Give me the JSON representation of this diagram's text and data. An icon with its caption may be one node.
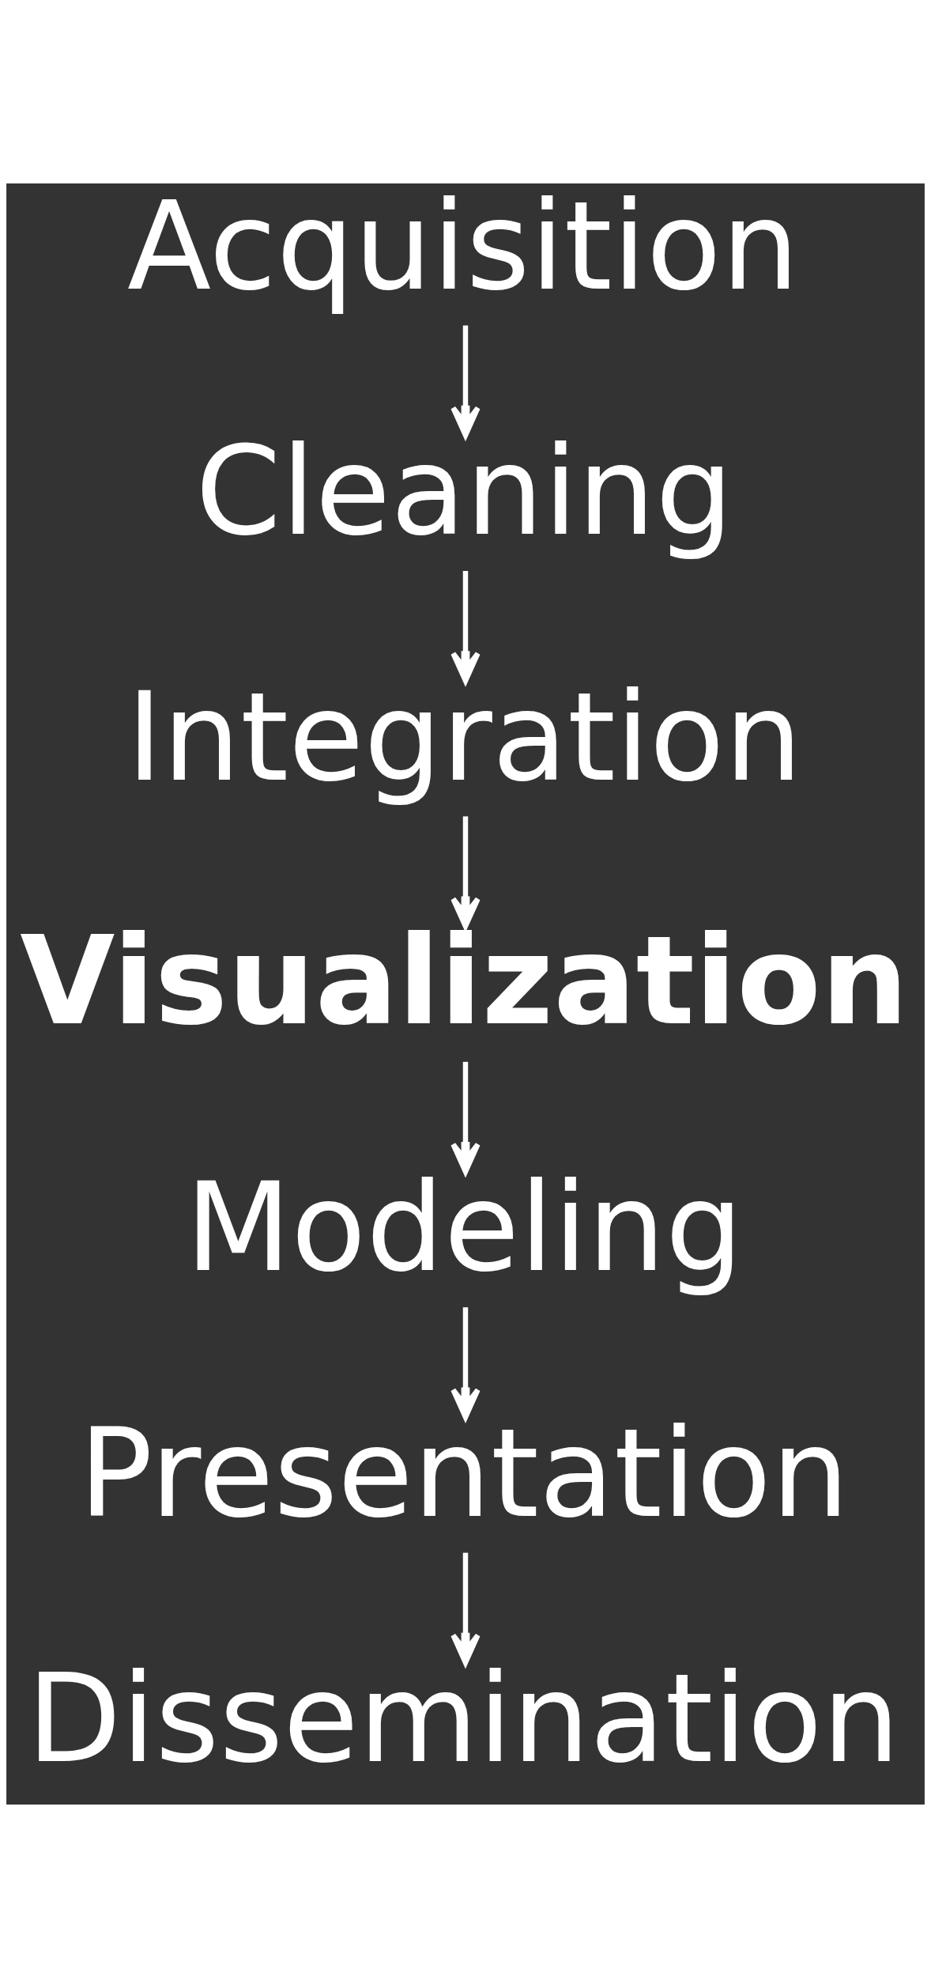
{
  "diagram": {
    "nodes": [
      {
        "text": [
          "Acquisition"
        ]
      },
      {
        "text": [
          "Cleaning"
        ]
      },
      {
        "text": [
          "Integration"
        ]
      },
      {
        "text": [
          "Visualization"
        ]
      },
      {
        "text": [
          "Modeling"
        ]
      },
      {
        "text": [
          "Presentation"
        ]
      },
      {
        "text": [
          "Dissemination"
        ]
      }
    ],
    "edges": [
      {
        "from": 0,
        "to": 1,
        "arrow": "to"
      },
      {
        "from": 1,
        "to": 2,
        "arrow": "to"
      },
      {
        "from": 2,
        "to": 3,
        "arrow": "to"
      },
      {
        "from": 3,
        "to": 4,
        "arrow": "to"
      },
      {
        "from": 4,
        "to": 5,
        "arrow": "to"
      },
      {
        "from": 5,
        "to": 6,
        "arrow": "to"
      }
    ]
  }
}
